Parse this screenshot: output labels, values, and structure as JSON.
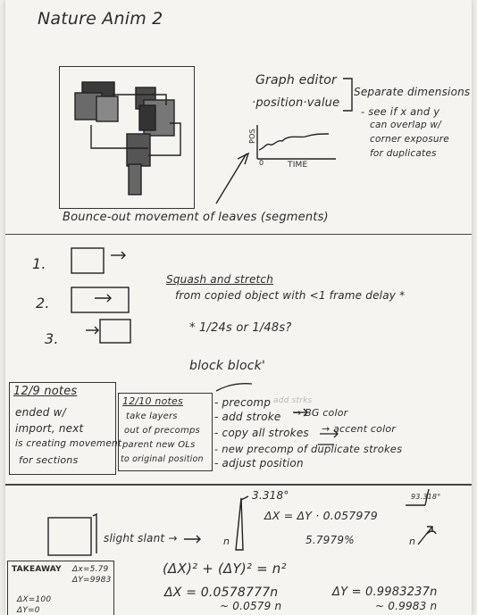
{
  "title": "Nature Anim 2",
  "top": {
    "graph_editor_label": "Graph editor",
    "graph_subtitle": "·position·value",
    "graph_ylabel": "POS",
    "graph_xlabel": "TIME",
    "graph_origin": "0",
    "notes": [
      "Separate dimensions",
      "- see if x and y",
      "can overlap w/",
      "corner exposure",
      "for duplicates"
    ],
    "caption": "Bounce-out movement of leaves (segments)"
  },
  "steps": {
    "numbers": [
      "1.",
      "2.",
      "3."
    ],
    "squash_title": "Squash and stretch",
    "squash_line": "from copied object with <1 frame delay *",
    "footnote": "* 1/24s or 1/48s?",
    "block_text": "block block'"
  },
  "notes_129": {
    "heading": "12/9 notes",
    "lines": [
      "ended w/",
      "import, next",
      "is creating movement",
      "for sections"
    ]
  },
  "notes_1210": {
    "heading": "12/10 notes",
    "lines": [
      "take layers",
      "out of precomps",
      "parent new OLs",
      "to original position"
    ]
  },
  "steps_list": [
    {
      "text": "- precomp",
      "extra": "add strks"
    },
    {
      "text": "- add stroke",
      "extra": "→ BG color"
    },
    {
      "text": "- copy all strokes",
      "extra": "→ accent color"
    },
    {
      "text": "- new precomp of duplicate strokes",
      "extra": ""
    },
    {
      "text": "- adjust position",
      "extra": ""
    }
  ],
  "bottom": {
    "slight_slant": "slight slant →",
    "angle": "3.318°",
    "n_label": "n",
    "dx_formula": "ΔX = ΔY · 0.057979",
    "percent": "5.7979%",
    "angle_right": "93.318°",
    "pythag": "(ΔX)² + (ΔY)² = n²",
    "dx_value": "ΔX = 0.0578777n",
    "dx_approx": "~ 0.0579 n",
    "dy_value": "ΔY = 0.9983237n",
    "dy_approx": "~ 0.9983 n",
    "takeaway_title": "TAKEAWAY",
    "takeaway_right": [
      "Δx=5.79",
      "ΔY=9983"
    ],
    "takeaway_left": [
      "ΔX=100",
      "ΔY=0"
    ]
  }
}
